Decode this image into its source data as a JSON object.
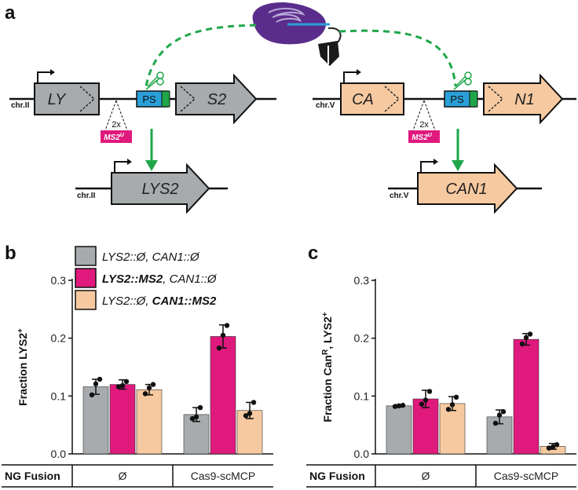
{
  "panels": {
    "a": "a",
    "b": "b",
    "c": "c"
  },
  "diagram": {
    "left": {
      "chrom": "chr.II",
      "frag1": "LY",
      "frag2": "S2",
      "ps": "PS",
      "ms2_count": "2x",
      "ms2": "MS2",
      "ms2_sup": "U",
      "product_chrom": "chr.II",
      "product": "LYS2",
      "gene_color": "#a7abae"
    },
    "right": {
      "chrom": "chr.V",
      "frag1": "CA",
      "frag2": "N1",
      "ps": "PS",
      "ms2_count": "2x",
      "ms2": "MS2",
      "ms2_sup": "U",
      "product_chrom": "chr.V",
      "product": "CAN1",
      "gene_color": "#f6c9a0"
    },
    "colors": {
      "ps": "#2a9fd8",
      "ms2": "#e0197d",
      "arrow": "#1fa64a",
      "cas9": "#5a2d8c"
    }
  },
  "legend": [
    {
      "parts": [
        {
          "t": "LYS2::Ø",
          "b": false
        },
        {
          "t": ", ",
          "b": false
        },
        {
          "t": "CAN1::Ø",
          "b": false
        }
      ],
      "color": "#a7abae"
    },
    {
      "parts": [
        {
          "t": "LYS2::MS2",
          "b": true
        },
        {
          "t": ", ",
          "b": false
        },
        {
          "t": "CAN1::Ø",
          "b": false
        }
      ],
      "color": "#e0197d"
    },
    {
      "parts": [
        {
          "t": "LYS2::Ø",
          "b": false
        },
        {
          "t": ", ",
          "b": false
        },
        {
          "t": "CAN1::MS2",
          "b": true
        }
      ],
      "color": "#f6c9a0"
    }
  ],
  "chart_data": [
    {
      "type": "bar",
      "panel": "b",
      "ylabel": "Fraction LYS2",
      "ylabel_sup": "+",
      "ylim": [
        0,
        0.3
      ],
      "yticks": [
        "0.0",
        "0.1",
        "0.2",
        "0.3"
      ],
      "row_label": "NG Fusion",
      "categories": [
        "Ø",
        "Cas9-scMCP"
      ],
      "series": [
        {
          "values": [
            0.116,
            0.068
          ],
          "err": [
            0.013,
            0.012
          ],
          "points": [
            [
              0.102,
              0.121,
              0.129
            ],
            [
              0.061,
              0.064,
              0.08
            ]
          ],
          "color": "#a7abae"
        },
        {
          "values": [
            0.12,
            0.203
          ],
          "err": [
            0.008,
            0.02
          ],
          "points": [
            [
              0.116,
              0.118,
              0.125
            ],
            [
              0.183,
              0.205,
              0.222
            ]
          ],
          "color": "#e0197d"
        },
        {
          "values": [
            0.111,
            0.075
          ],
          "err": [
            0.009,
            0.014
          ],
          "points": [
            [
              0.104,
              0.114,
              0.12
            ],
            [
              0.066,
              0.07,
              0.089
            ]
          ],
          "color": "#f6c9a0"
        }
      ]
    },
    {
      "type": "bar",
      "panel": "c",
      "ylabel": "Fraction Can",
      "ylabel_sup": "R",
      "ylabel_tail": ", LYS2",
      "ylabel_tail_sup": "+",
      "ylim": [
        0,
        0.3
      ],
      "yticks": [
        "0.0",
        "0.1",
        "0.2",
        "0.3"
      ],
      "row_label": "NG Fusion",
      "categories": [
        "Ø",
        "Cas9-scMCP"
      ],
      "series": [
        {
          "values": [
            0.083,
            0.064
          ],
          "err": [
            0.002,
            0.012
          ],
          "points": [
            [
              0.082,
              0.083,
              0.084
            ],
            [
              0.053,
              0.067,
              0.073
            ]
          ],
          "color": "#a7abae"
        },
        {
          "values": [
            0.095,
            0.198
          ],
          "err": [
            0.015,
            0.01
          ],
          "points": [
            [
              0.086,
              0.093,
              0.108
            ],
            [
              0.19,
              0.201,
              0.207
            ]
          ],
          "color": "#e0197d"
        },
        {
          "values": [
            0.087,
            0.013
          ],
          "err": [
            0.012,
            0.005
          ],
          "points": [
            [
              0.077,
              0.085,
              0.098
            ],
            [
              0.01,
              0.012,
              0.016
            ]
          ],
          "color": "#f6c9a0"
        }
      ]
    }
  ]
}
